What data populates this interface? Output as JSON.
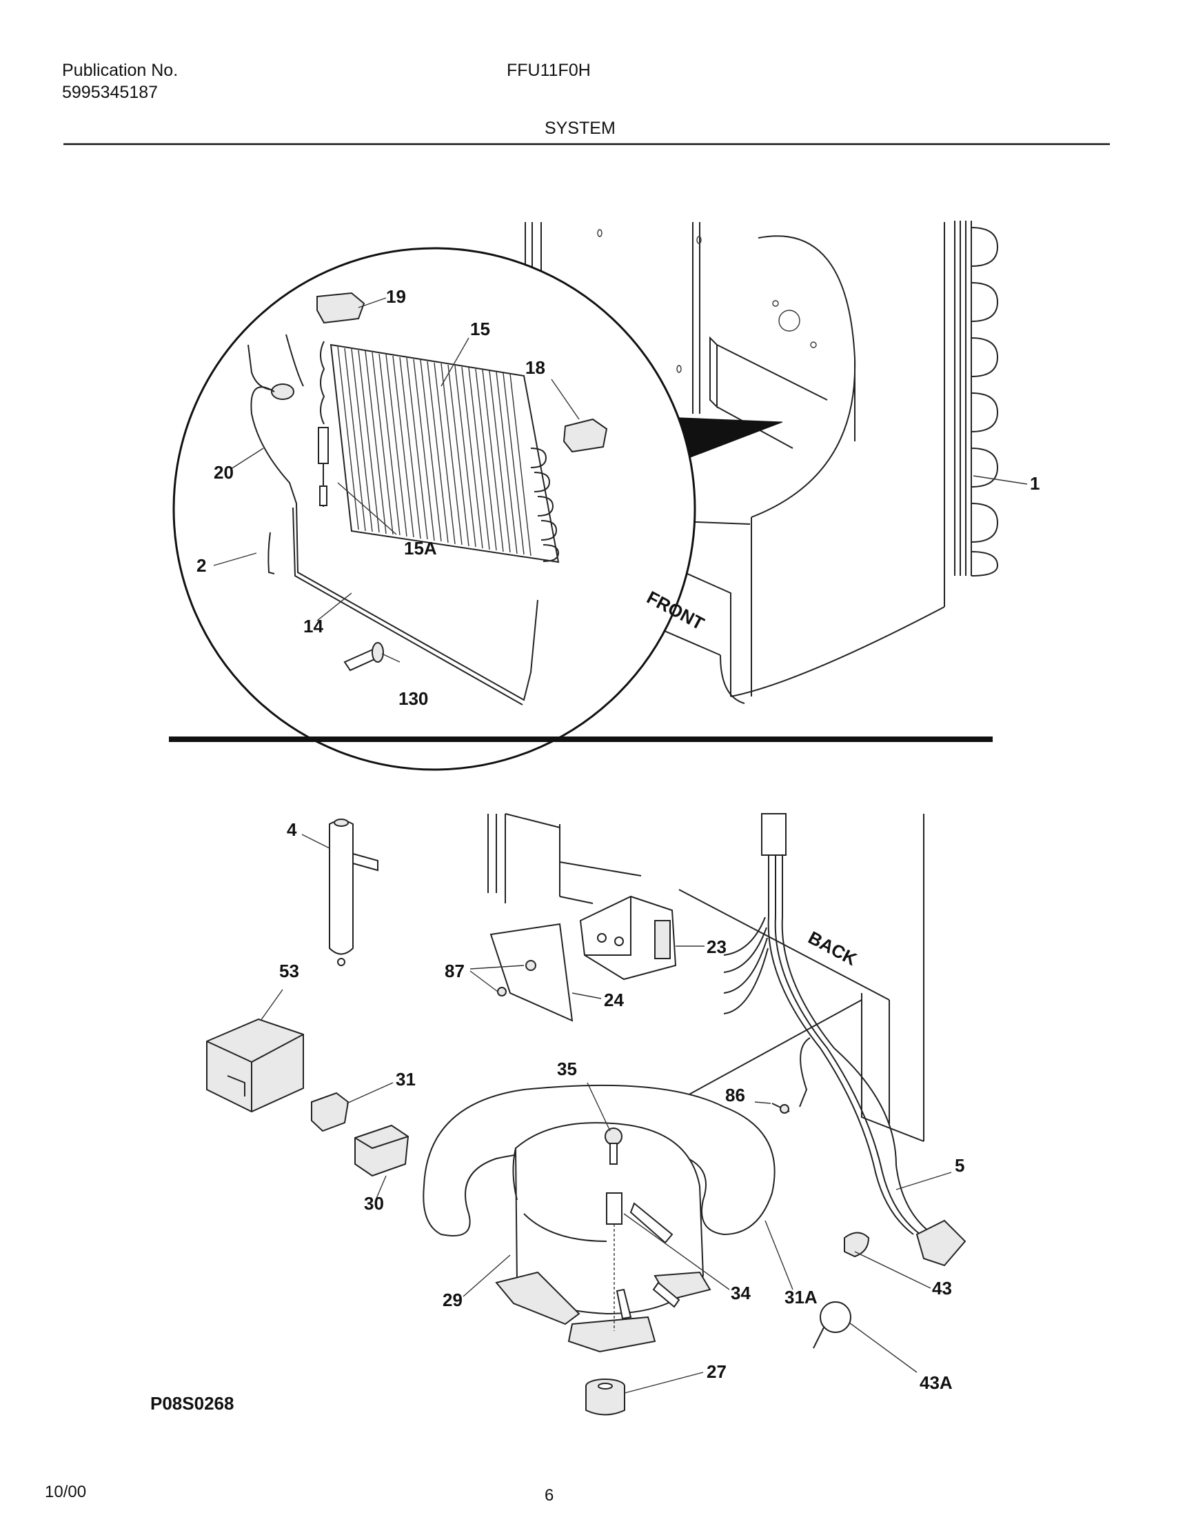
{
  "header": {
    "publication_label": "Publication No.",
    "publication_number": "5995345187",
    "model": "FFU11F0H",
    "section_title": "SYSTEM"
  },
  "diagram_labels": {
    "front": "FRONT",
    "back": "BACK"
  },
  "callouts": {
    "c1": "1",
    "c2": "2",
    "c14": "14",
    "c15": "15",
    "c15a": "15A",
    "c18": "18",
    "c19": "19",
    "c20": "20",
    "c130": "130",
    "c4": "4",
    "c53": "53",
    "c87": "87",
    "c23": "23",
    "c24": "24",
    "c31": "31",
    "c30": "30",
    "c35": "35",
    "c86": "86",
    "c5": "5",
    "c29": "29",
    "c34": "34",
    "c31a": "31A",
    "c43": "43",
    "c27": "27",
    "c43a": "43A"
  },
  "footer": {
    "drawing_id": "P08S0268",
    "date": "10/00",
    "page": "6"
  }
}
